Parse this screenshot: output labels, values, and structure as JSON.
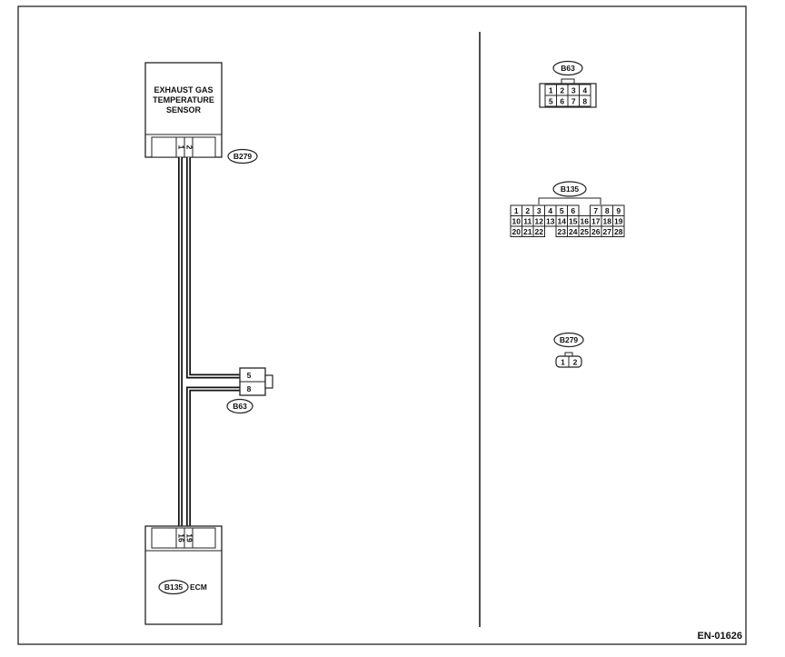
{
  "sensor": {
    "title_lines": [
      "EXHAUST GAS",
      "TEMPERATURE",
      "SENSOR"
    ],
    "connector": "B279",
    "pins": [
      "1",
      "2"
    ]
  },
  "joint": {
    "connector": "B63",
    "pins": [
      "5",
      "8"
    ]
  },
  "ecm": {
    "connector": "B135",
    "label": "ECM",
    "pins": [
      "16",
      "19"
    ]
  },
  "connector_faces": {
    "b63": {
      "tag": "B63",
      "rows": [
        [
          "1",
          "2",
          "3",
          "4"
        ],
        [
          "5",
          "6",
          "7",
          "8"
        ]
      ]
    },
    "b135": {
      "tag": "B135",
      "rows": [
        [
          "1",
          "2",
          "3",
          "4",
          "5",
          "6",
          "",
          "7",
          "8",
          "9"
        ],
        [
          "10",
          "11",
          "12",
          "13",
          "14",
          "15",
          "16",
          "17",
          "18",
          "19"
        ],
        [
          "20",
          "21",
          "22",
          "",
          "23",
          "24",
          "25",
          "26",
          "27",
          "28"
        ]
      ]
    },
    "b279": {
      "tag": "B279",
      "pins": [
        "1",
        "2"
      ]
    }
  },
  "figure_code": "EN-01626"
}
